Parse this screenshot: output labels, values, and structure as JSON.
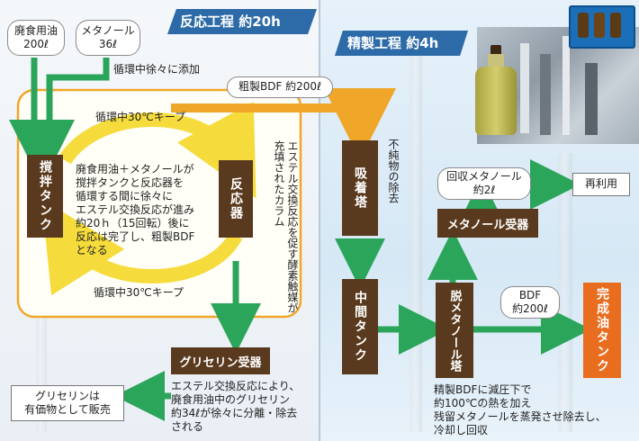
{
  "phases": {
    "reaction": "反応工程 約20h",
    "refining": "精製工程 約4h"
  },
  "inputs": {
    "oil_line1": "廃食用油",
    "oil_line2": "200ℓ",
    "methanol_line1": "メタノール",
    "methanol_line2": "36ℓ",
    "add_note": "循環中徐々に添加"
  },
  "cycle": {
    "top_label": "循環中30℃キープ",
    "bottom_label": "循環中30℃キープ",
    "description": [
      "廃食用油＋メタノールが",
      "撹拌タンクと反応器を",
      "循環する間に徐々に",
      "エステル交換反応が進み",
      "約20ｈ（15回転）後に",
      "反応は完了し、粗製BDF",
      "となる"
    ]
  },
  "units": {
    "stirring_tank": "撹拌タンク",
    "reactor": "反応器",
    "adsorption_tower": "吸着塔",
    "intermediate_tank": "中間タンク",
    "demethanol_tower": "脱メタノール塔",
    "methanol_receiver": "メタノール受器",
    "glycerin_receiver": "グリセリン受器",
    "finished_oil_tank": "完成油タンク"
  },
  "notes": {
    "reactor_note": "エステル交換反応を促す酵素触媒が充填されたカラム",
    "adsorption_note": "不純物の除去",
    "glycerin_note": [
      "エステル交換反応により、",
      "廃食用油中のグリセリン",
      "約34ℓが徐々に分離・除去",
      "される"
    ],
    "demethanol_note": [
      "精製BDFに減圧下で",
      "約100℃の熱を加え",
      "残留メタノールを蒸発させ除去し、",
      "冷却し回収"
    ]
  },
  "flows": {
    "crude_bdf": "粗製BDF 約200ℓ",
    "recovered_methanol_line1": "回収メタノール",
    "recovered_methanol_line2": "約2ℓ",
    "reuse": "再利用",
    "bdf_line1": "BDF",
    "bdf_line2": "約200ℓ",
    "glycerin_sale_line1": "グリセリンは",
    "glycerin_sale_line2": "有価物として販売"
  },
  "colors": {
    "flow_green": "#2aa55a",
    "crude_orange": "#f0a628",
    "cycle_yellow": "#f5dc3c",
    "unit_brown": "#5a3a1e",
    "product_orange": "#e86d1f",
    "phase_blue": "#2c6aa8"
  }
}
